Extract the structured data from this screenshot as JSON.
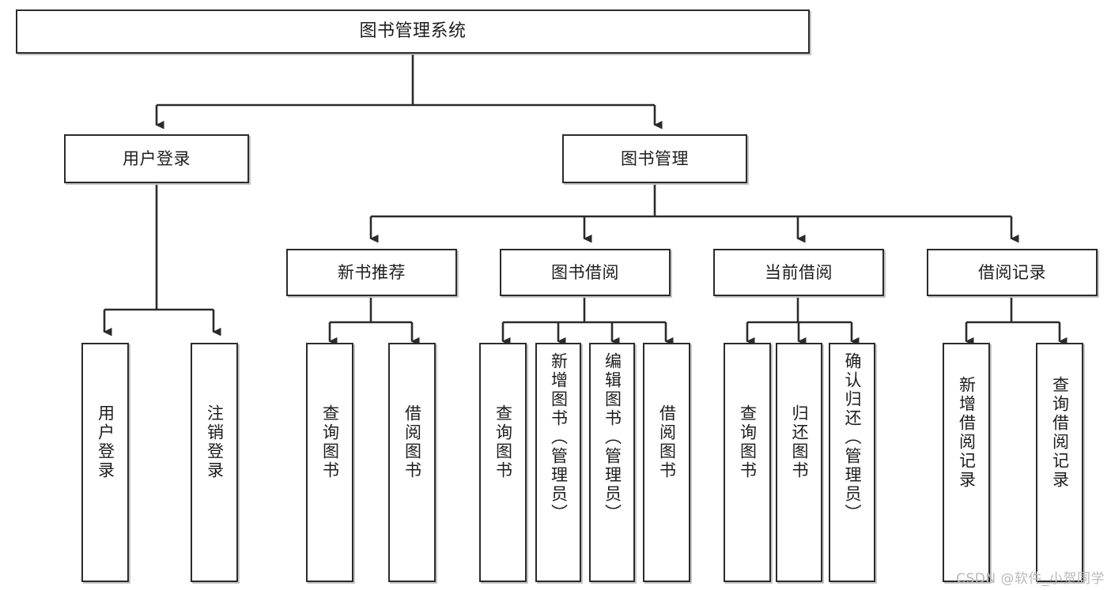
{
  "diagram": {
    "title": "图书管理系统",
    "watermark": "CSDN @软件_小贺同学",
    "line_color": "#2b2b2b",
    "box_fill": "#ffffff",
    "text_color": "#1d1d1d",
    "watermark_color": "#b9b9b9"
  },
  "nodes": {
    "root": {
      "label": "图书管理系统"
    },
    "level2": [
      {
        "label": "用户登录"
      },
      {
        "label": "图书管理"
      }
    ],
    "level3": [
      {
        "label": "新书推荐"
      },
      {
        "label": "图书借阅"
      },
      {
        "label": "当前借阅"
      },
      {
        "label": "借阅记录"
      }
    ],
    "leaves_user_login": [
      {
        "label": "用户登录"
      },
      {
        "label": "注销登录"
      }
    ],
    "leaves_new_books": [
      {
        "label": "查询图书"
      },
      {
        "label": "借阅图书"
      }
    ],
    "leaves_borrow": [
      {
        "label": "查询图书"
      },
      {
        "label": "新增图书（管理员）"
      },
      {
        "label": "编辑图书（管理员）"
      },
      {
        "label": "借阅图书"
      }
    ],
    "leaves_current": [
      {
        "label": "查询图书"
      },
      {
        "label": "归还图书"
      },
      {
        "label": "确认归还（管理员）"
      }
    ],
    "leaves_records": [
      {
        "label": "新增借阅记录"
      },
      {
        "label": "查询借阅记录"
      }
    ]
  }
}
